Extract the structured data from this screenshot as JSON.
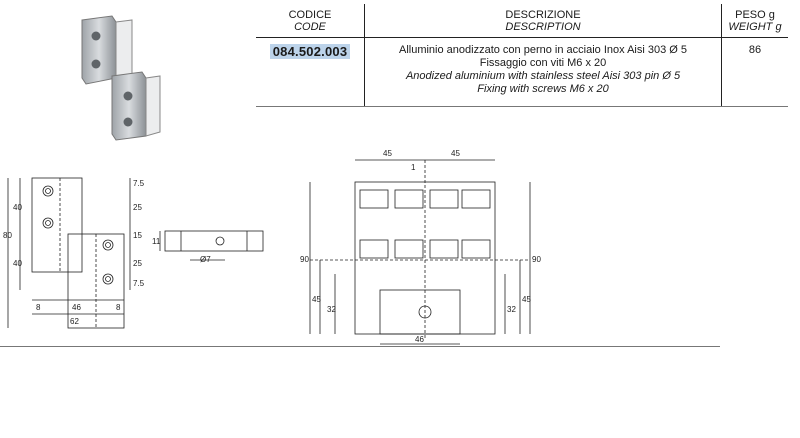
{
  "table": {
    "headers": {
      "code": {
        "it": "CODICE",
        "en": "CODE"
      },
      "description": {
        "it": "DESCRIZIONE",
        "en": "DESCRIPTION"
      },
      "weight": {
        "it": "PESO g",
        "en": "WEIGHT g"
      }
    },
    "rows": [
      {
        "code": "084.502.003",
        "desc_it_1": "Alluminio anodizzato con perno in acciaio  Inox Aisi 303 Ø 5",
        "desc_it_2": "Fissaggio con viti M6 x 20",
        "desc_en_1": "Anodized aluminium with stainless steel Aisi 303 pin Ø 5",
        "desc_en_2": "Fixing with screws M6 x 20",
        "weight": "86"
      }
    ]
  },
  "drawing_front": {
    "dims": [
      "80",
      "40",
      "40",
      "7.5",
      "25",
      "15",
      "25",
      "7.5",
      "8",
      "46",
      "8",
      "62"
    ]
  },
  "drawing_top": {
    "dims": [
      "11",
      "Ø7"
    ]
  },
  "drawing_profile": {
    "dims": [
      "45",
      "45",
      "1",
      "90",
      "90",
      "45",
      "32",
      "32",
      "45",
      "46"
    ]
  },
  "colors": {
    "code_highlight": "#bcd3ea",
    "line": "#222222"
  }
}
